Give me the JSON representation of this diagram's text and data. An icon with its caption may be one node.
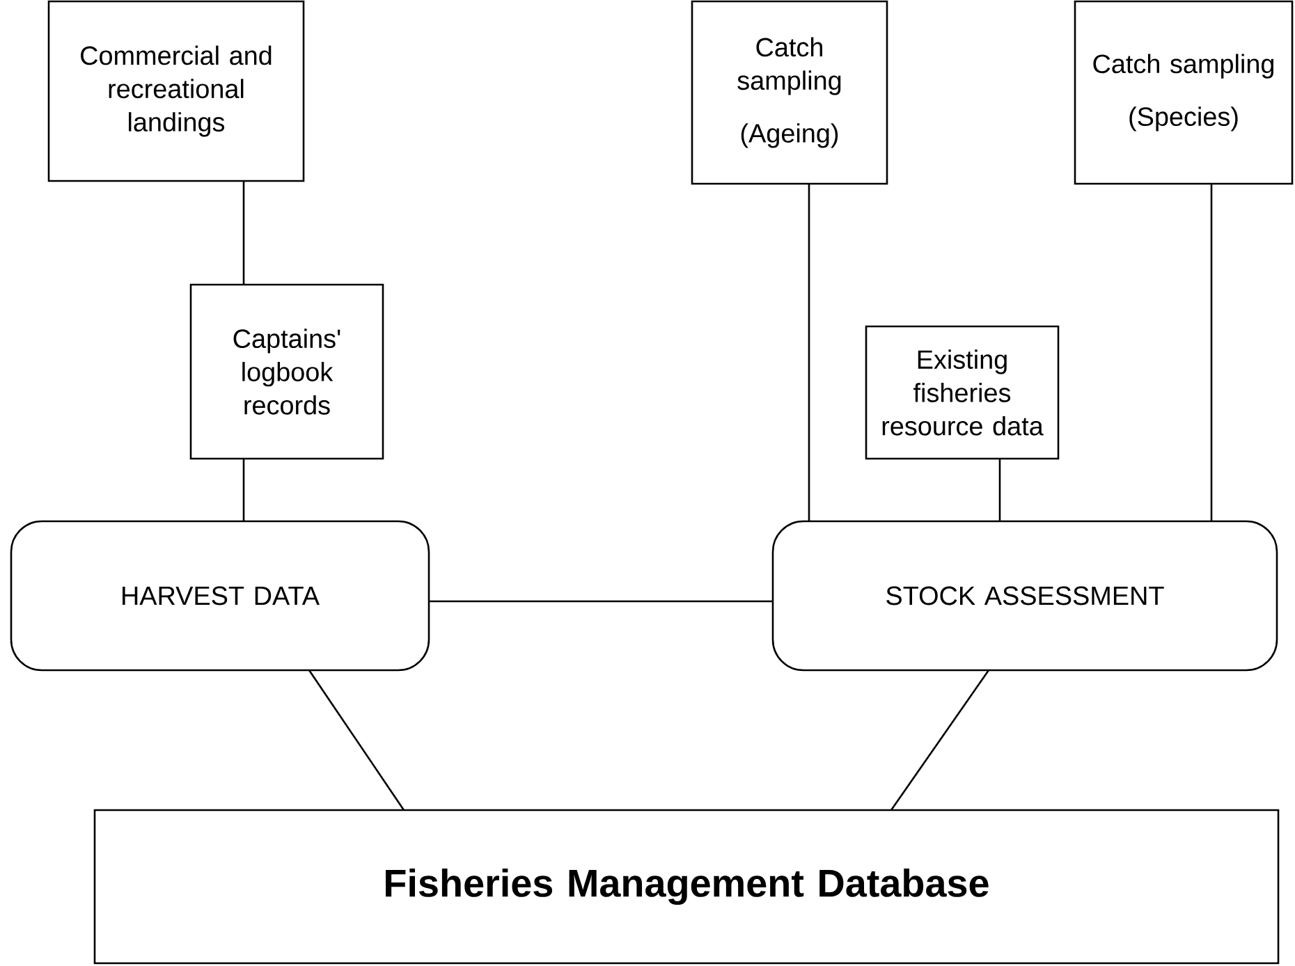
{
  "diagram": {
    "nodes": [
      {
        "text": [
          "Commercial and recreational landings"
        ]
      },
      {
        "text": [
          "Catch sampling",
          "(Ageing)"
        ]
      },
      {
        "text": [
          "Catch sampling",
          "(Species)"
        ]
      },
      {
        "text": [
          "Captains' logbook records"
        ]
      },
      {
        "text": [
          "Existing fisheries resource data"
        ]
      },
      {
        "text": [
          "HARVEST DATA"
        ]
      },
      {
        "text": [
          "STOCK ASSESSMENT"
        ]
      },
      {
        "text": [
          "Fisheries Management Database"
        ]
      }
    ],
    "edges": [
      {
        "from": 0,
        "to": 3,
        "arrow": "none"
      },
      {
        "from": 3,
        "to": 5,
        "arrow": "none"
      },
      {
        "from": 1,
        "to": 6,
        "arrow": "none"
      },
      {
        "from": 4,
        "to": 6,
        "arrow": "none"
      },
      {
        "from": 2,
        "to": 6,
        "arrow": "none"
      },
      {
        "from": 5,
        "to": 6,
        "arrow": "none"
      },
      {
        "from": 5,
        "to": 7,
        "arrow": "none"
      },
      {
        "from": 6,
        "to": 7,
        "arrow": "none"
      }
    ]
  }
}
